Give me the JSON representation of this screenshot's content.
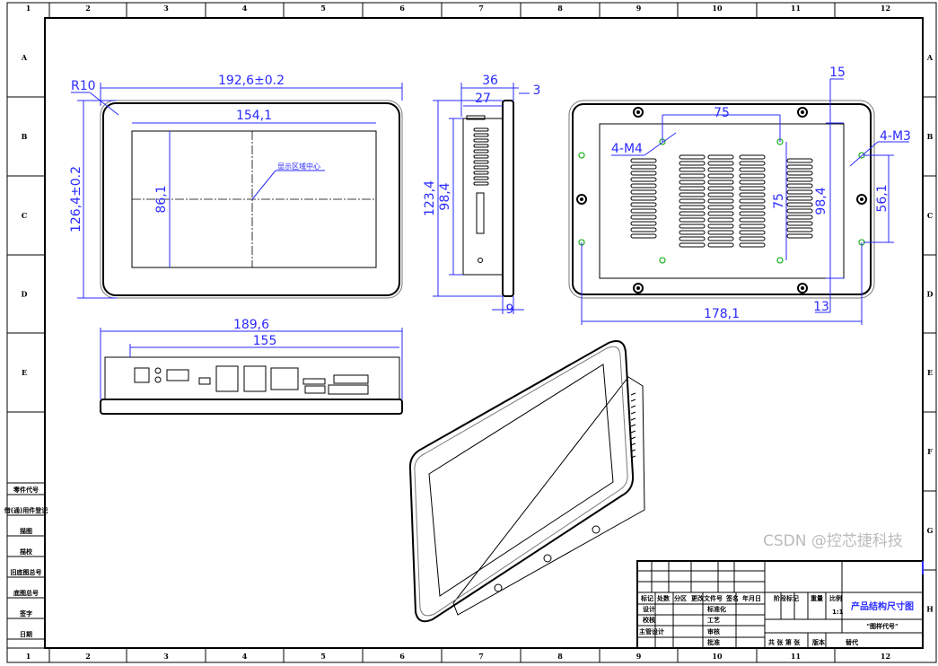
{
  "frame": {
    "columns": [
      "1",
      "2",
      "3",
      "4",
      "5",
      "6",
      "7",
      "8",
      "9",
      "10",
      "11",
      "12"
    ],
    "rows": [
      "A",
      "B",
      "C",
      "D",
      "E",
      "F",
      "G",
      "H"
    ],
    "left_labels": [
      "零件代号",
      "借(通)用件登记",
      "描图",
      "描校",
      "旧底图总号",
      "底图总号",
      "签字",
      "日期"
    ]
  },
  "front_view": {
    "radius": "R10",
    "width": "192,6±0.2",
    "height": "126,4±0.2",
    "display_width": "154,1",
    "display_height": "86,1",
    "center_note": "显示区域中心"
  },
  "side_view": {
    "depth_total": "36",
    "depth_body": "27",
    "bezel": "3",
    "height_outer": "123,4",
    "height_body": "98,4",
    "bottom": "9"
  },
  "rear_view": {
    "top_offset": "15",
    "vesa_h": "75",
    "vesa_v": "75",
    "m4": "4-M4",
    "m3": "4-M3",
    "body_height": "98,4",
    "m3_spacing": "56,1",
    "bottom_offset": "13",
    "m3_width": "178,1"
  },
  "bottom_view": {
    "width_outer": "189,6",
    "width_body": "155"
  },
  "title_block": {
    "headers": [
      "标记",
      "处数",
      "分区",
      "更改文件号",
      "签名",
      "年月日"
    ],
    "roles": [
      "设计",
      "校核",
      "主管设计"
    ],
    "checks": [
      "标准化",
      "工艺",
      "审核",
      "批准"
    ],
    "stage_label": "阶段标记",
    "weight_label": "重量",
    "scale_label": "比例",
    "scale": "1:1",
    "title": "产品结构尺寸图",
    "drawing_code": "\"图样代号\"",
    "sheet": "共 张 第 张",
    "version": "版本",
    "replace": "替代"
  },
  "watermark": "CSDN @控芯捷科技"
}
